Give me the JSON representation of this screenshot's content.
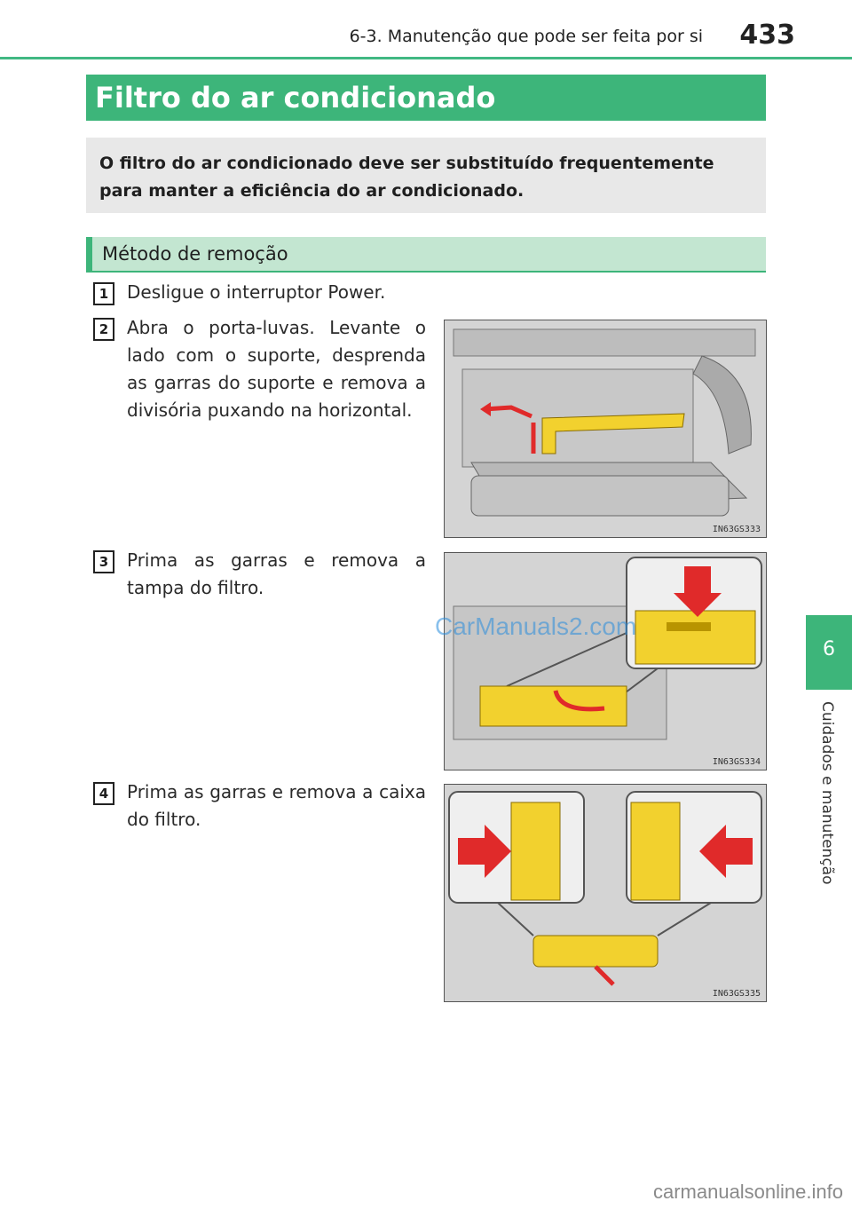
{
  "header": {
    "section_ref": "6-3. Manutenção que pode ser feita por si",
    "page_number": "433"
  },
  "title": "Filtro do ar condicionado",
  "intro": "O filtro do ar condicionado deve ser substituído frequentemente para manter a eficiência do ar condicionado.",
  "subsection_title": "Método de remoção",
  "steps": [
    {
      "number": "1",
      "text": "Desligue o interruptor Power."
    },
    {
      "number": "2",
      "text": "Abra o porta-luvas. Levante o lado com o suporte, desprenda as garras do suporte e remova a divisória puxando na horizontal.",
      "figure_code": "IN63GS333"
    },
    {
      "number": "3",
      "text": "Prima as garras e remova a tampa do filtro.",
      "figure_code": "IN63GS334"
    },
    {
      "number": "4",
      "text": "Prima as garras e remova a caixa do filtro.",
      "figure_code": "IN63GS335"
    }
  ],
  "side_tab": {
    "chapter_number": "6",
    "chapter_label": "Cuidados e manutenção"
  },
  "watermark": "CarManuals2.com",
  "footer_watermark": "carmanualsonline.info",
  "colors": {
    "accent_green": "#3db57a",
    "light_green": "#c3e6d1",
    "intro_gray": "#e8e8e8",
    "highlight_yellow": "#f2d12e",
    "arrow_red": "#e02a2a"
  }
}
